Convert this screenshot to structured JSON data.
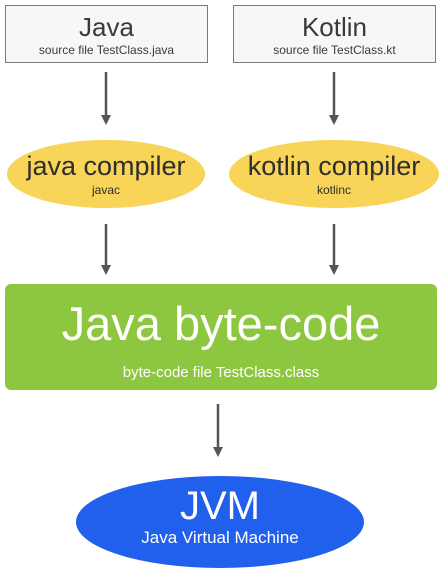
{
  "nodes": {
    "java_source": {
      "title": "Java",
      "subtitle": "source file TestClass.java"
    },
    "kotlin_source": {
      "title": "Kotlin",
      "subtitle": "source file TestClass.kt"
    },
    "java_compiler": {
      "title": "java compiler",
      "subtitle": "javac"
    },
    "kotlin_compiler": {
      "title": "kotlin compiler",
      "subtitle": "kotlinc"
    },
    "bytecode": {
      "title": "Java byte-code",
      "subtitle": "byte-code file TestClass.class"
    },
    "jvm": {
      "title": "JVM",
      "subtitle": "Java Virtual Machine"
    }
  },
  "edges": [
    {
      "from": "java_source",
      "to": "java_compiler"
    },
    {
      "from": "kotlin_source",
      "to": "kotlin_compiler"
    },
    {
      "from": "java_compiler",
      "to": "bytecode"
    },
    {
      "from": "kotlin_compiler",
      "to": "bytecode"
    },
    {
      "from": "bytecode",
      "to": "jvm"
    }
  ],
  "colors": {
    "source_fill": "#f7f7f7",
    "source_border": "#7a7a7a",
    "compiler_fill": "#f8d458",
    "bytecode_fill": "#8dc73f",
    "jvm_fill": "#2160ec",
    "arrow": "#555555",
    "dark_text": "#2e2e2e",
    "light_text": "#ffffff"
  }
}
